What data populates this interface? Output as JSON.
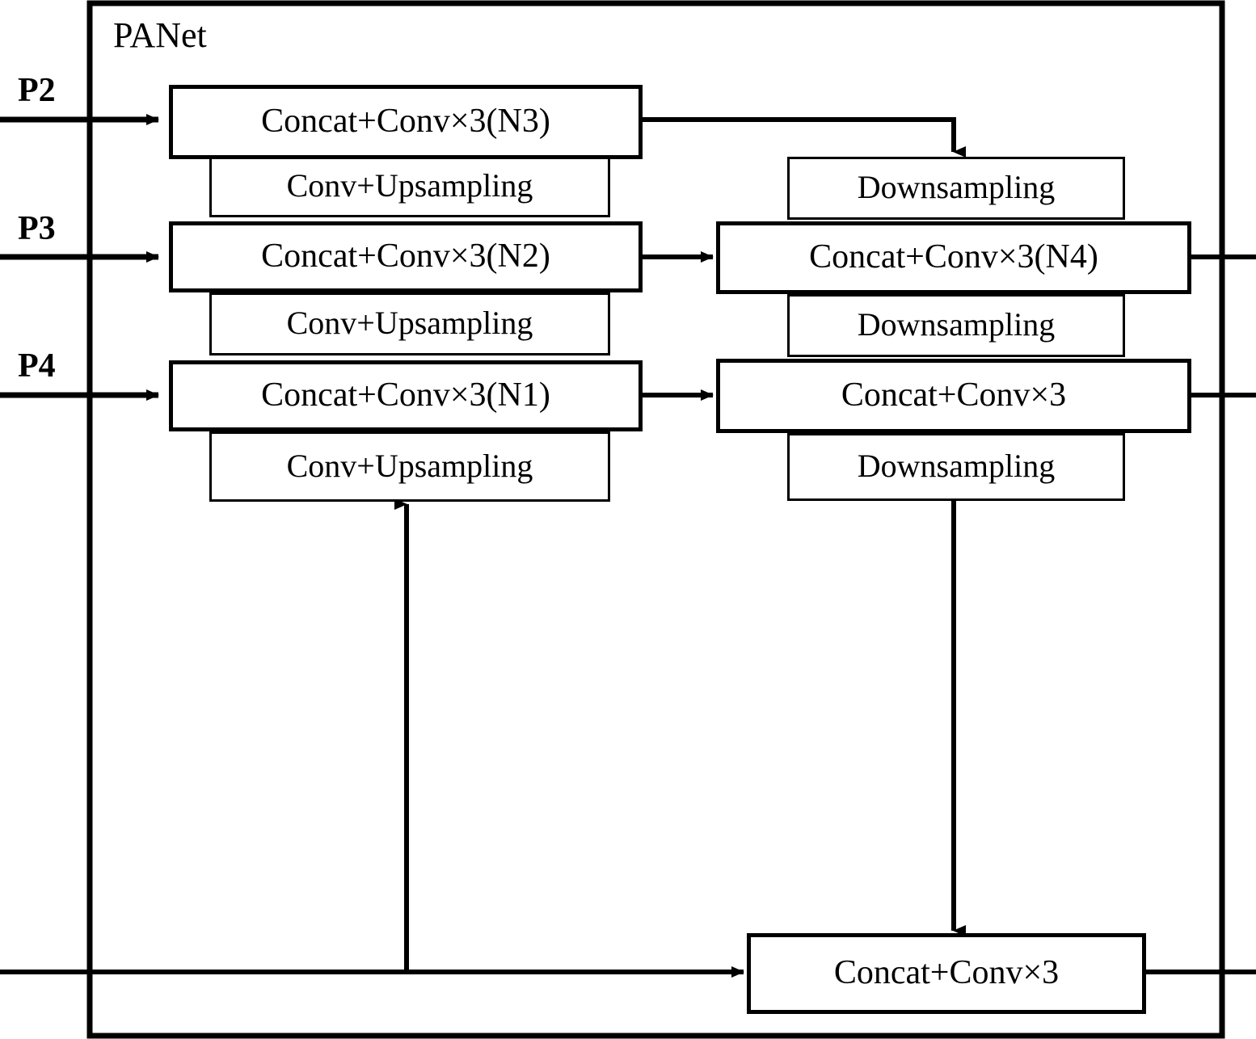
{
  "figure": {
    "panel_title": "PANet",
    "background_color": "#ffffff",
    "line_color": "#000000"
  },
  "inputs": [
    {
      "label": "P2"
    },
    {
      "label": "P3"
    },
    {
      "label": "P4"
    }
  ],
  "top_down_path": {
    "nodes": [
      {
        "id": "n3",
        "label": "Concat+Conv×3(N3)"
      },
      {
        "id": "up1",
        "label": "Conv+Upsampling"
      },
      {
        "id": "n2",
        "label": "Concat+Conv×3(N2)"
      },
      {
        "id": "up2",
        "label": "Conv+Upsampling"
      },
      {
        "id": "n1",
        "label": "Concat+Conv×3(N1)"
      },
      {
        "id": "up3",
        "label": "Conv+Upsampling"
      }
    ]
  },
  "bottom_up_path": {
    "nodes": [
      {
        "id": "down1",
        "label": "Downsampling"
      },
      {
        "id": "n4",
        "label": "Concat+Conv×3(N4)"
      },
      {
        "id": "down2",
        "label": "Downsampling"
      },
      {
        "id": "n5",
        "label": "Concat+Conv×3"
      },
      {
        "id": "down3",
        "label": "Downsampling"
      }
    ]
  },
  "bottom_node": {
    "id": "n6",
    "label": "Concat+Conv×3"
  }
}
